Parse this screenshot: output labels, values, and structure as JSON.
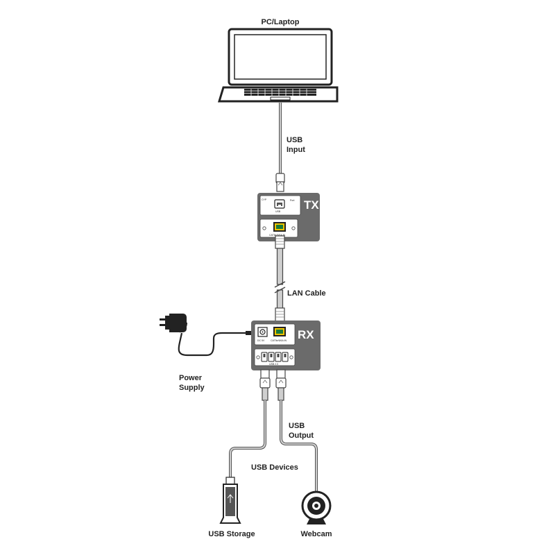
{
  "labels": {
    "pc": "PC/Laptop",
    "usb_input": [
      "USB",
      "Input"
    ],
    "lan_cable": "LAN Cable",
    "power_supply": [
      "Power",
      "Supply"
    ],
    "usb_output": [
      "USB",
      "Output"
    ],
    "usb_devices": "USB Devices",
    "usb_storage": "USB Storage",
    "webcam": "Webcam"
  },
  "tx": {
    "title": "TX",
    "brand": "CYP",
    "top_label": "USB",
    "top_right_label": "Port",
    "bottom_label": "CAT5e/6/6A IN"
  },
  "rx": {
    "title": "RX",
    "dc_label": "DC 5V",
    "lan_label": "CAT5e/6/6A IN",
    "usb_label": "USB 2.0"
  },
  "colors": {
    "device_body": "#6b6b6b",
    "cable": "#b5b5b5",
    "cable_outline": "#444444",
    "ethernet_port": "#f0c400",
    "outline": "#222222"
  }
}
